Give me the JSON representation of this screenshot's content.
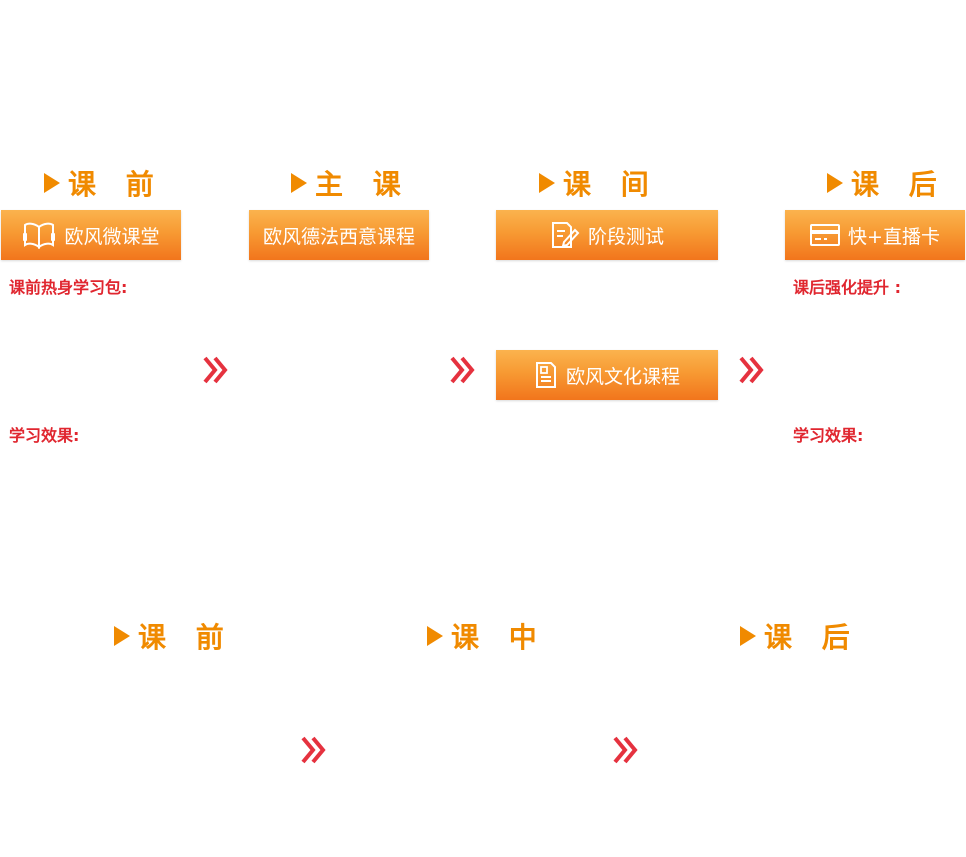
{
  "top_row": {
    "stages": [
      {
        "title": "课 前"
      },
      {
        "title": "主 课"
      },
      {
        "title": "课 间"
      },
      {
        "title": "课 后"
      }
    ],
    "buttons": {
      "micro_class": {
        "label": "欧风微课堂",
        "icon": "book-icon"
      },
      "main_course": {
        "label": "欧风德法西意课程"
      },
      "stage_test": {
        "label": "阶段测试",
        "icon": "edit-icon"
      },
      "culture_course": {
        "label": "欧风文化课程",
        "icon": "document-icon"
      },
      "live_card": {
        "label": "快+直播卡",
        "icon": "card-icon"
      }
    },
    "labels": {
      "warmup_pack": "课前热身学习包:",
      "learning_effect_left": "学习效果:",
      "after_class_boost": "课后强化提升 :",
      "learning_effect_right": "学习效果:"
    }
  },
  "bottom_row": {
    "stages": [
      {
        "title": "课 前"
      },
      {
        "title": "课 中"
      },
      {
        "title": "课 后"
      }
    ]
  },
  "colors": {
    "accent_orange": "#f08a00",
    "button_top": "#fbb34e",
    "button_bottom": "#f2751c",
    "label_red": "#e0262f",
    "chevron_red": "#e5323f"
  }
}
